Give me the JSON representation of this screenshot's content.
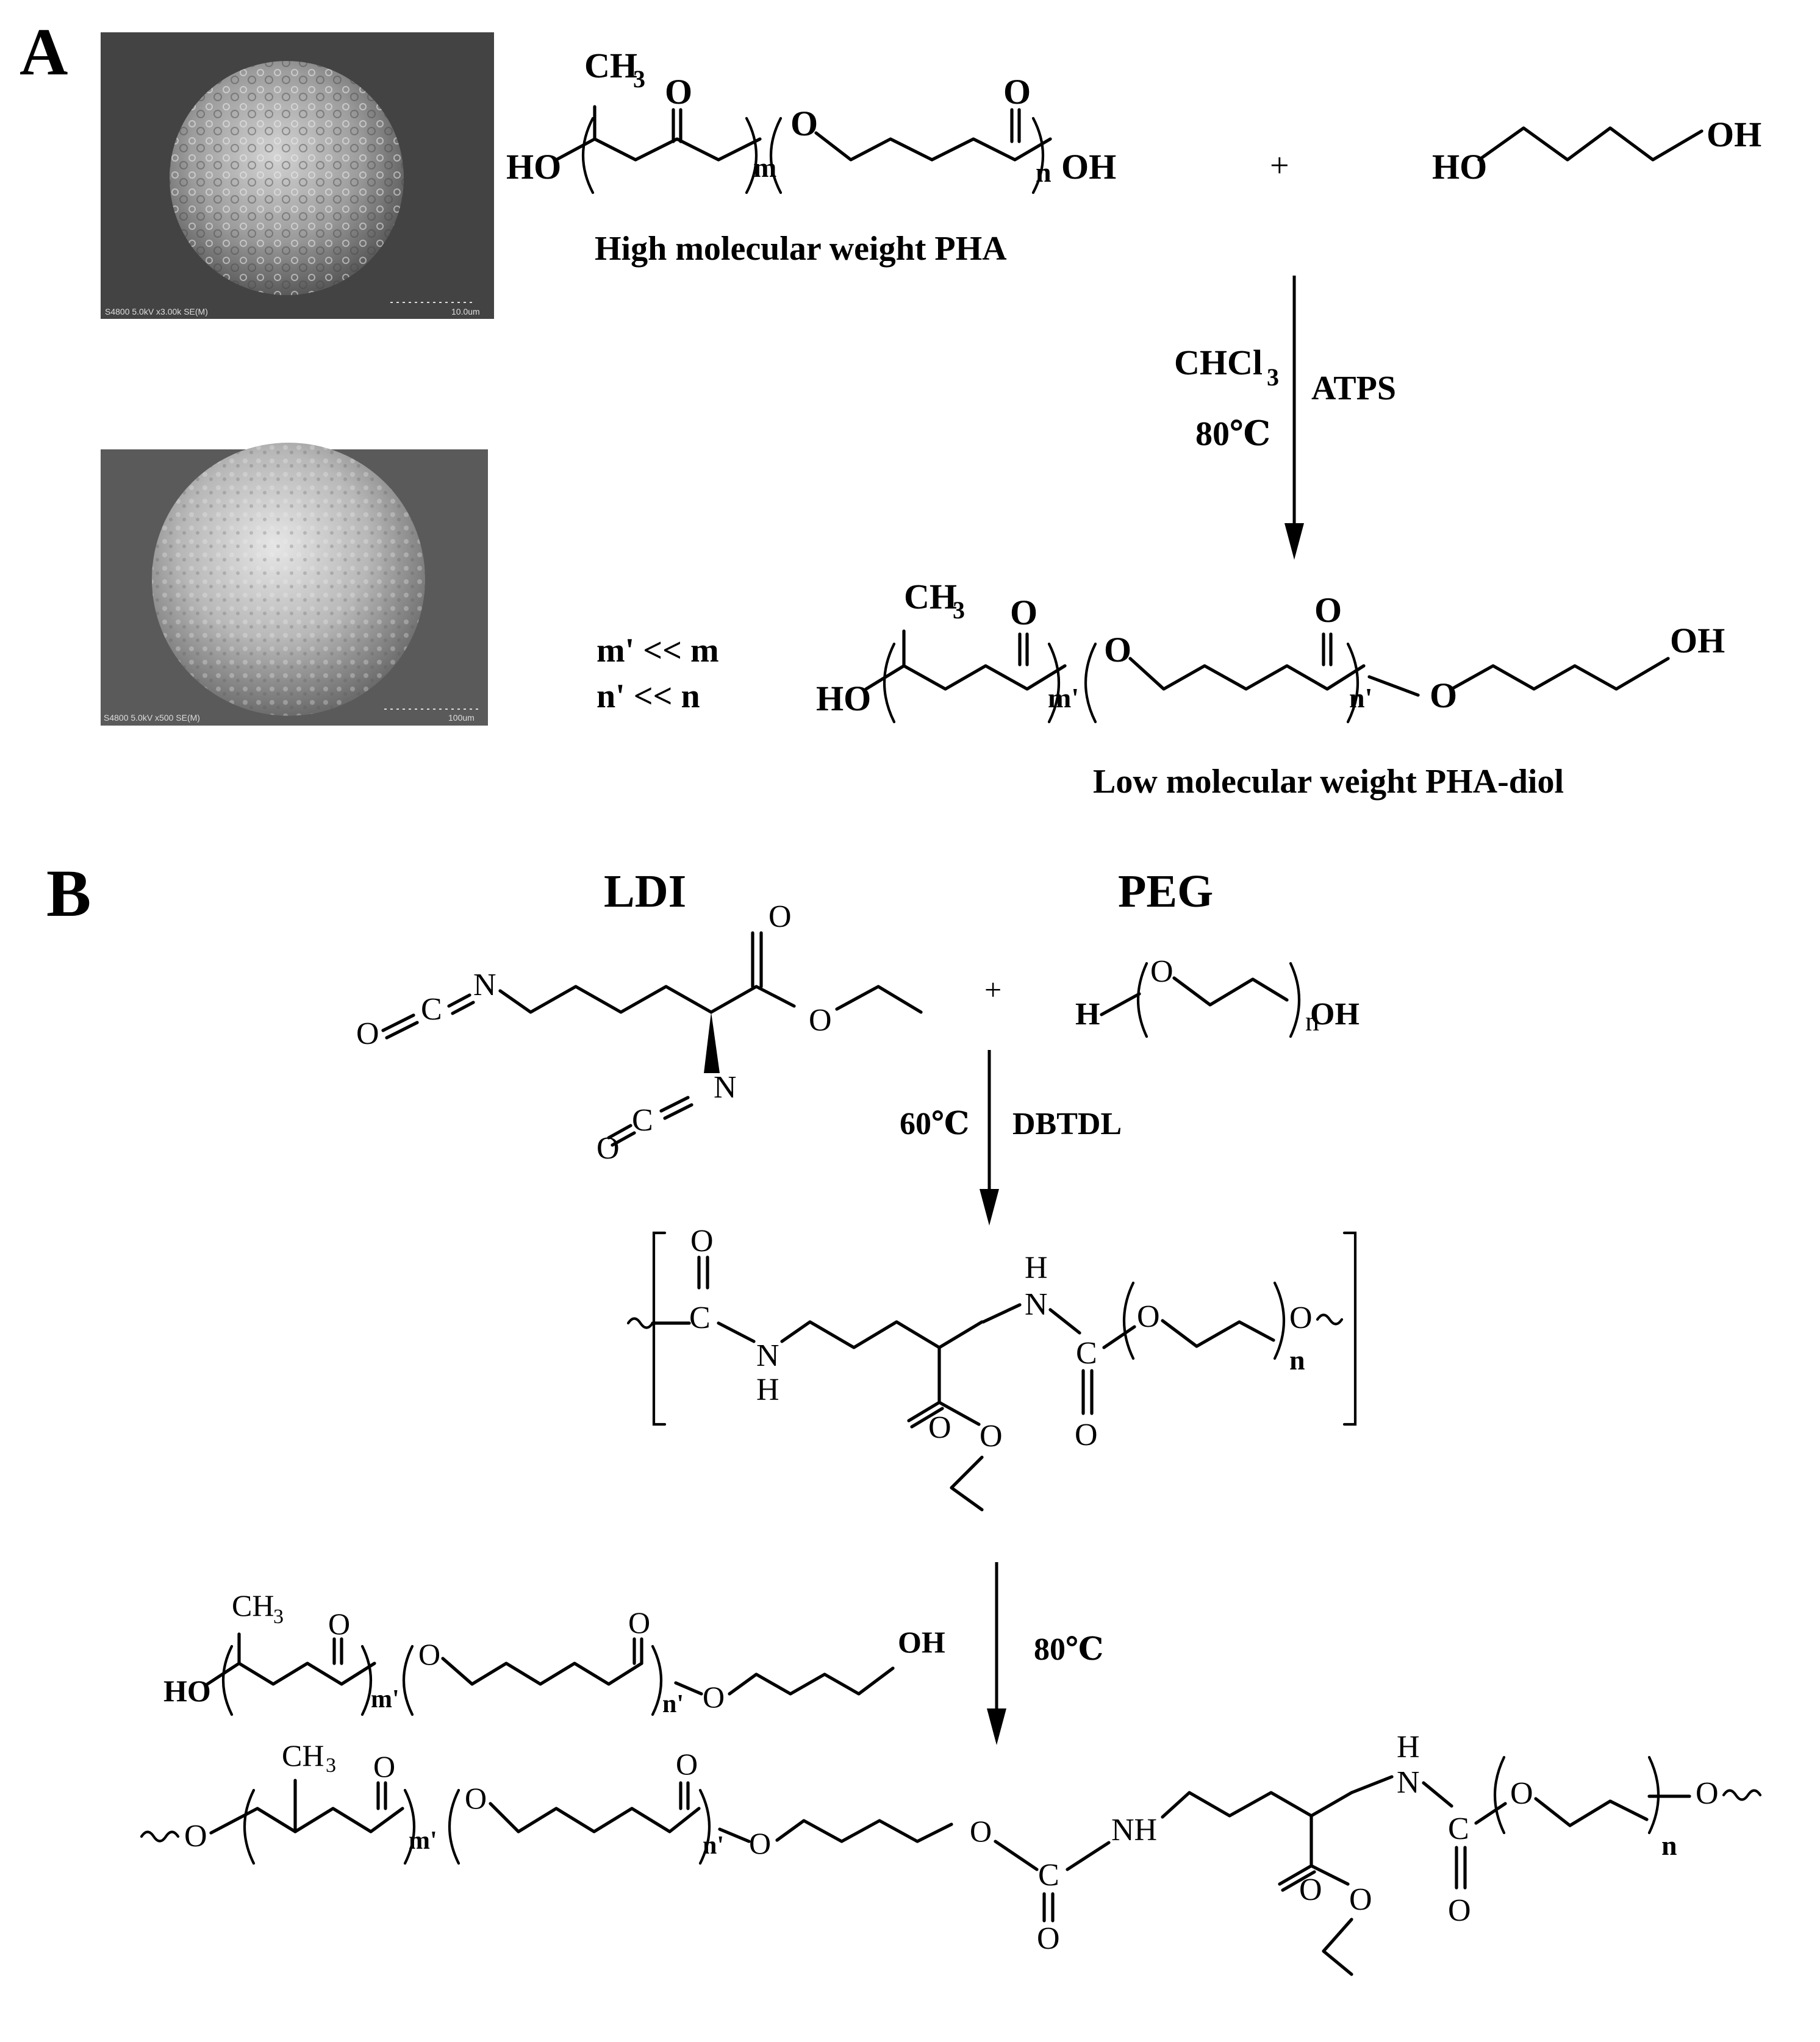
{
  "panel_a": {
    "label": "A",
    "sem_top": {
      "caption_left": "S4800 5.0kV x3.00k SE(M)",
      "caption_right": "10.0um"
    },
    "sem_bottom": {
      "caption_left": "S4800 5.0kV x500 SE(M)",
      "caption_right": "100um"
    },
    "reactant_pha": {
      "methyl": "CH",
      "methyl_sub": "3",
      "oxygen_1": "O",
      "oxygen_2": "O",
      "ring_o": "O",
      "end_left": "HO",
      "end_right": "OH",
      "sub_m": "m",
      "sub_n": "n"
    },
    "plus": "+",
    "diol": {
      "left": "HO",
      "right": "OH"
    },
    "caption_high": "High molecular weight PHA",
    "conditions": {
      "solvent": "CHCl",
      "solvent_sub": "3",
      "temperature": "80℃",
      "catalyst": "ATPS"
    },
    "ratios": [
      "m' << m",
      "n' << n"
    ],
    "product": {
      "methyl": "CH",
      "methyl_sub": "3",
      "oxygen_1": "O",
      "oxygen_2": "O",
      "ring_o1": "O",
      "ring_o2": "O",
      "end_left": "HO",
      "end_right": "OH",
      "sub_m": "m'",
      "sub_n": "n'"
    },
    "caption_low": "Low molecular weight PHA-diol"
  },
  "panel_b": {
    "label": "B",
    "ldi_title": "LDI",
    "peg_title": "PEG",
    "ldi_atoms": {
      "o1": "O",
      "c1": "C",
      "n1": "N",
      "o2": "O",
      "c2": "C",
      "n2": "N",
      "ester_o": "O",
      "carbonyl_o": "O"
    },
    "plus": "+",
    "peg_atoms": {
      "h": "H",
      "o": "O",
      "sub": "n",
      "oh": "OH"
    },
    "step1": {
      "temperature": "60℃",
      "catalyst": "DBTDL"
    },
    "prepolymer_atoms": {
      "o_top": "O",
      "c1": "C",
      "nh_n": "N",
      "nh_h": "H",
      "h_top": "H",
      "n_top": "N",
      "c2": "C",
      "o_bottom": "O",
      "ester_o1": "O",
      "ester_o2": "O",
      "peg_o1": "O",
      "peg_o2": "O",
      "sub": "n"
    },
    "diol_reactant": {
      "methyl": "CH",
      "methyl_sub": "3",
      "o1": "O",
      "o2": "O",
      "ring_o1": "O",
      "ring_o2": "O",
      "end_left": "HO",
      "end_right": "OH",
      "sub_m": "m'",
      "sub_n": "n'"
    },
    "step2": {
      "temperature": "80℃"
    },
    "final_product": {
      "methyl": "CH",
      "methyl_sub": "3",
      "o_co1": "O",
      "o_co2": "O",
      "o_start": "O",
      "ring_o1": "O",
      "ring_o2": "O",
      "ring_o3": "O",
      "c_ure1": "C",
      "o_ure1": "O",
      "nh": "NH",
      "h_top": "H",
      "n_top": "N",
      "c_ure2": "C",
      "o_ure2": "O",
      "ester_o1": "O",
      "ester_o2": "O",
      "peg_o1": "O",
      "peg_o2": "O",
      "sub_m": "m'",
      "sub_n": "n'",
      "sub_peg": "n"
    }
  }
}
